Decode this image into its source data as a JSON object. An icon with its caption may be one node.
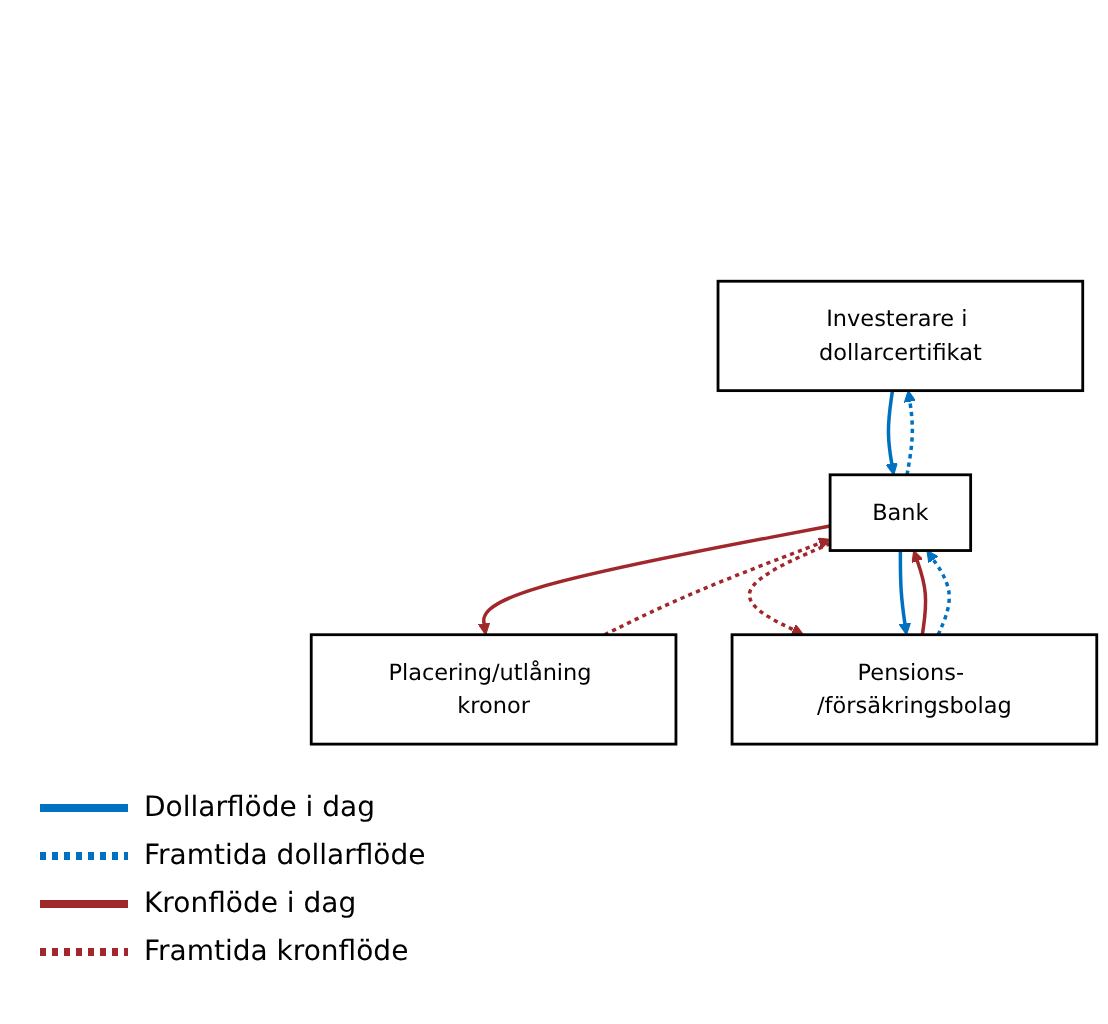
{
  "diagram": {
    "nodes": [
      {
        "text": [
          "Investerare i dollarcertifikat"
        ]
      },
      {
        "text": [
          "Placering/utlåning kronor"
        ]
      },
      {
        "text": [
          "Bank"
        ]
      },
      {
        "text": [
          "Pensions- /försäkringsbolag"
        ]
      }
    ],
    "edges": [
      {
        "from": 2,
        "to": 0,
        "arrow": "to",
        "style": "dashed",
        "color": "#0070c0"
      },
      {
        "from": 0,
        "to": 2,
        "arrow": "to",
        "color": "#0070c0"
      },
      {
        "from": 1,
        "to": 2,
        "arrow": "to",
        "style": "dashed",
        "color": "#a0282d"
      },
      {
        "from": 2,
        "to": 1,
        "arrow": "to",
        "color": "#a0282d"
      },
      {
        "from": 2,
        "to": 3,
        "arrow": "to",
        "style": "dashed",
        "color": "#a0282d"
      },
      {
        "from": 3,
        "to": 2,
        "arrow": "to",
        "color": "#a0282d"
      },
      {
        "from": 2,
        "to": 3,
        "arrow": "to",
        "color": "#0070c0"
      },
      {
        "from": 3,
        "to": 2,
        "arrow": "to",
        "style": "dashed",
        "color": "#0070c0"
      }
    ],
    "legend": [
      {
        "text": "Dollarflöde i dag"
      },
      {
        "text": "Framtida dollarflöde"
      },
      {
        "text": "Kronflöde i dag"
      },
      {
        "text": "Framtida kronflöde"
      }
    ]
  }
}
